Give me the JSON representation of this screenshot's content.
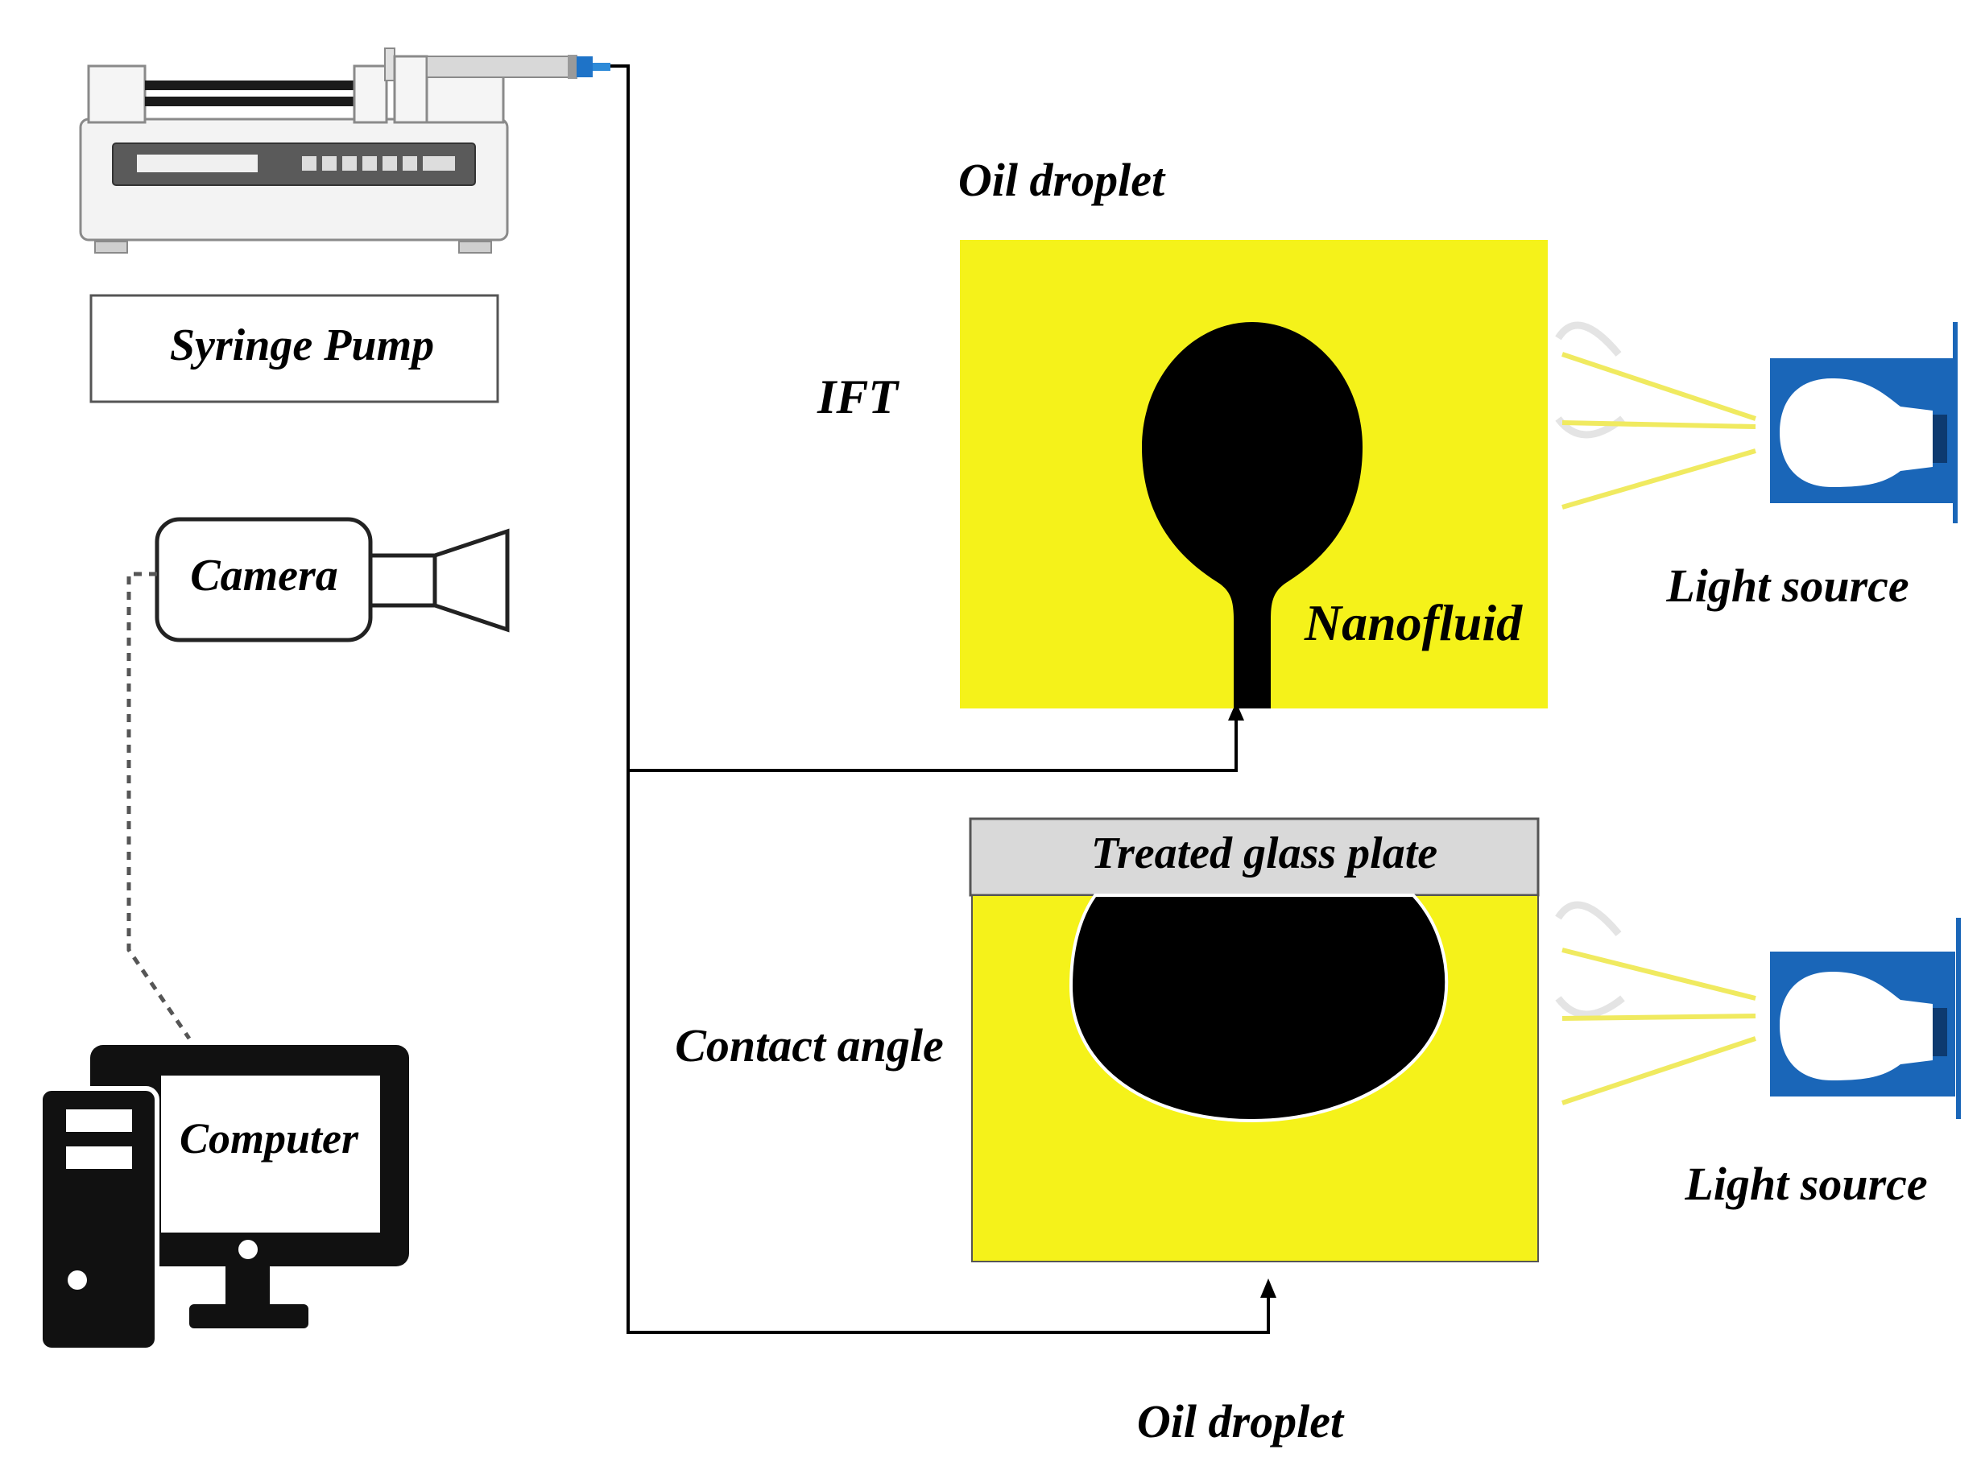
{
  "labels": {
    "syringe_pump": "Syringe Pump",
    "camera": "Camera",
    "computer": "Computer",
    "oil_droplet_top": "Oil droplet",
    "ift": "IFT",
    "nanofluid": "Nanofluid",
    "light_source_top": "Light source",
    "treated_glass_plate": "Treated glass plate",
    "contact_angle": "Contact angle",
    "light_source_bottom": "Light source",
    "oil_droplet_bottom": "Oil droplet"
  },
  "colors": {
    "panel_yellow": "#f5f21a",
    "plate_gray": "#d9d9d9",
    "lamp_blue": "#1a66b8",
    "beam_yellow": "#f0ea60",
    "line": "#000000"
  }
}
